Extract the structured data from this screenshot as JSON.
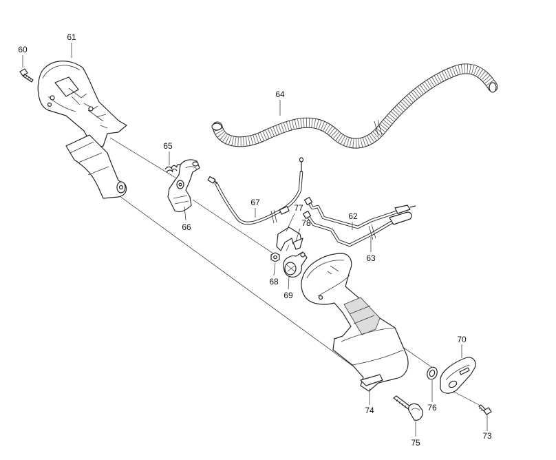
{
  "parts": [
    {
      "key": "p60",
      "label": "60"
    },
    {
      "key": "p61",
      "label": "61"
    },
    {
      "key": "p62",
      "label": "62"
    },
    {
      "key": "p63",
      "label": "63"
    },
    {
      "key": "p64",
      "label": "64"
    },
    {
      "key": "p65",
      "label": "65"
    },
    {
      "key": "p66",
      "label": "66"
    },
    {
      "key": "p67",
      "label": "67"
    },
    {
      "key": "p68",
      "label": "68"
    },
    {
      "key": "p69",
      "label": "69"
    },
    {
      "key": "p70",
      "label": "70"
    },
    {
      "key": "p73",
      "label": "73"
    },
    {
      "key": "p74",
      "label": "74"
    },
    {
      "key": "p75",
      "label": "75"
    },
    {
      "key": "p76",
      "label": "76"
    },
    {
      "key": "p77",
      "label": "77"
    },
    {
      "key": "p78",
      "label": "78"
    }
  ]
}
